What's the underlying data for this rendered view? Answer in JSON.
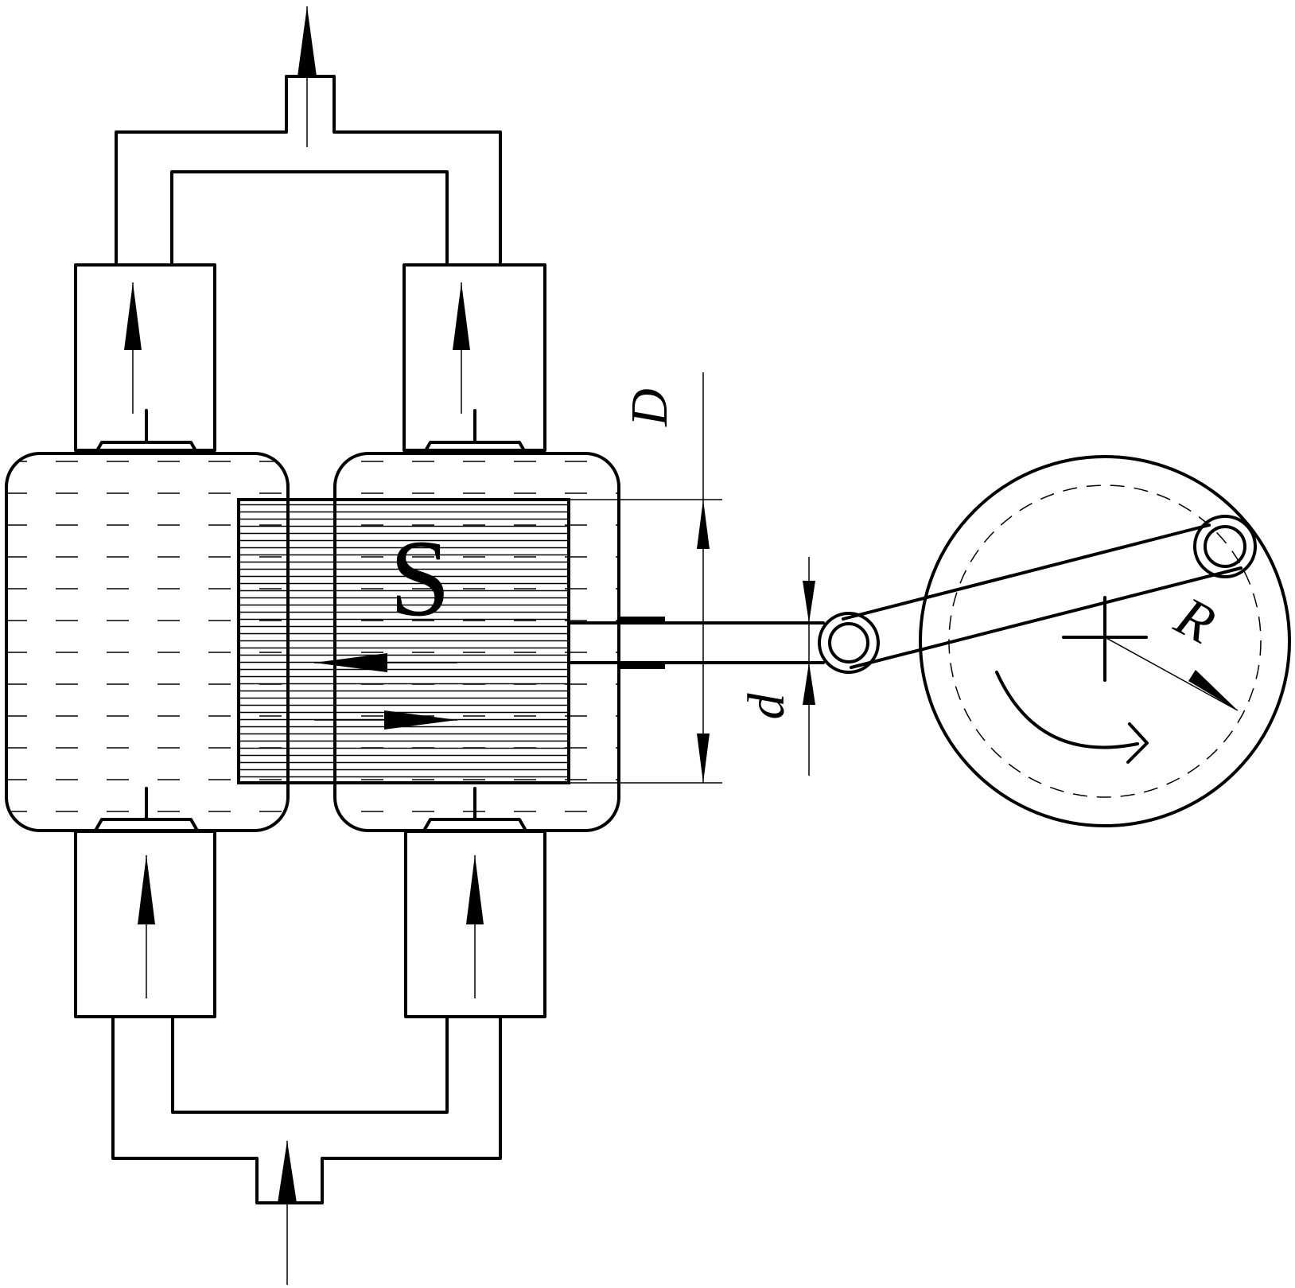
{
  "labels": {
    "piston": "S",
    "bore_diameter": "D",
    "rod_diameter": "d",
    "crank_radius": "R"
  }
}
